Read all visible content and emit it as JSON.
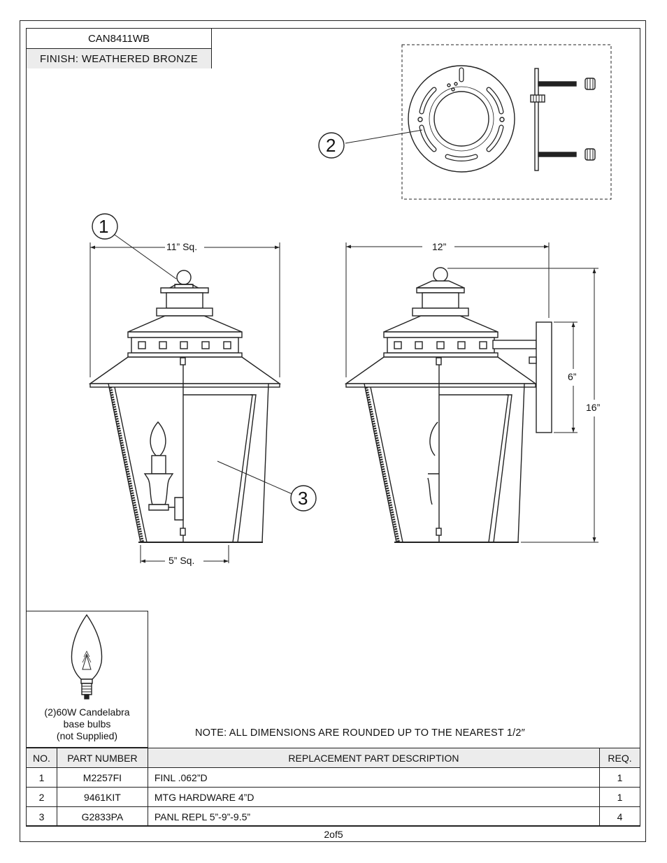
{
  "header": {
    "model": "CAN8411WB",
    "finish": "FINISH: WEATHERED BRONZE"
  },
  "dimensions": {
    "width_top": "11” Sq.",
    "width_side": "12”",
    "backplate_height": "6”",
    "overall_height": "16”",
    "bottom_width": "5” Sq."
  },
  "callouts": [
    "1",
    "2",
    "3"
  ],
  "bulb": {
    "line1": "(2)60W Candelabra",
    "line2": "base bulbs",
    "line3": "(not Supplied)"
  },
  "note": "NOTE:  ALL DIMENSIONS ARE ROUNDED UP TO THE NEAREST  1/2″",
  "parts_table": {
    "headers": [
      "NO.",
      "PART NUMBER",
      "REPLACEMENT PART DESCRIPTION",
      "REQ."
    ],
    "rows": [
      {
        "no": "1",
        "part": "M2257FI",
        "desc": "FINL .062”D",
        "req": "1"
      },
      {
        "no": "2",
        "part": "9461KIT",
        "desc": "MTG HARDWARE 4”D",
        "req": "1"
      },
      {
        "no": "3",
        "part": "G2833PA",
        "desc": "PANL REPL 5”-9”-9.5”",
        "req": "4"
      }
    ]
  },
  "page_number": "2of5"
}
